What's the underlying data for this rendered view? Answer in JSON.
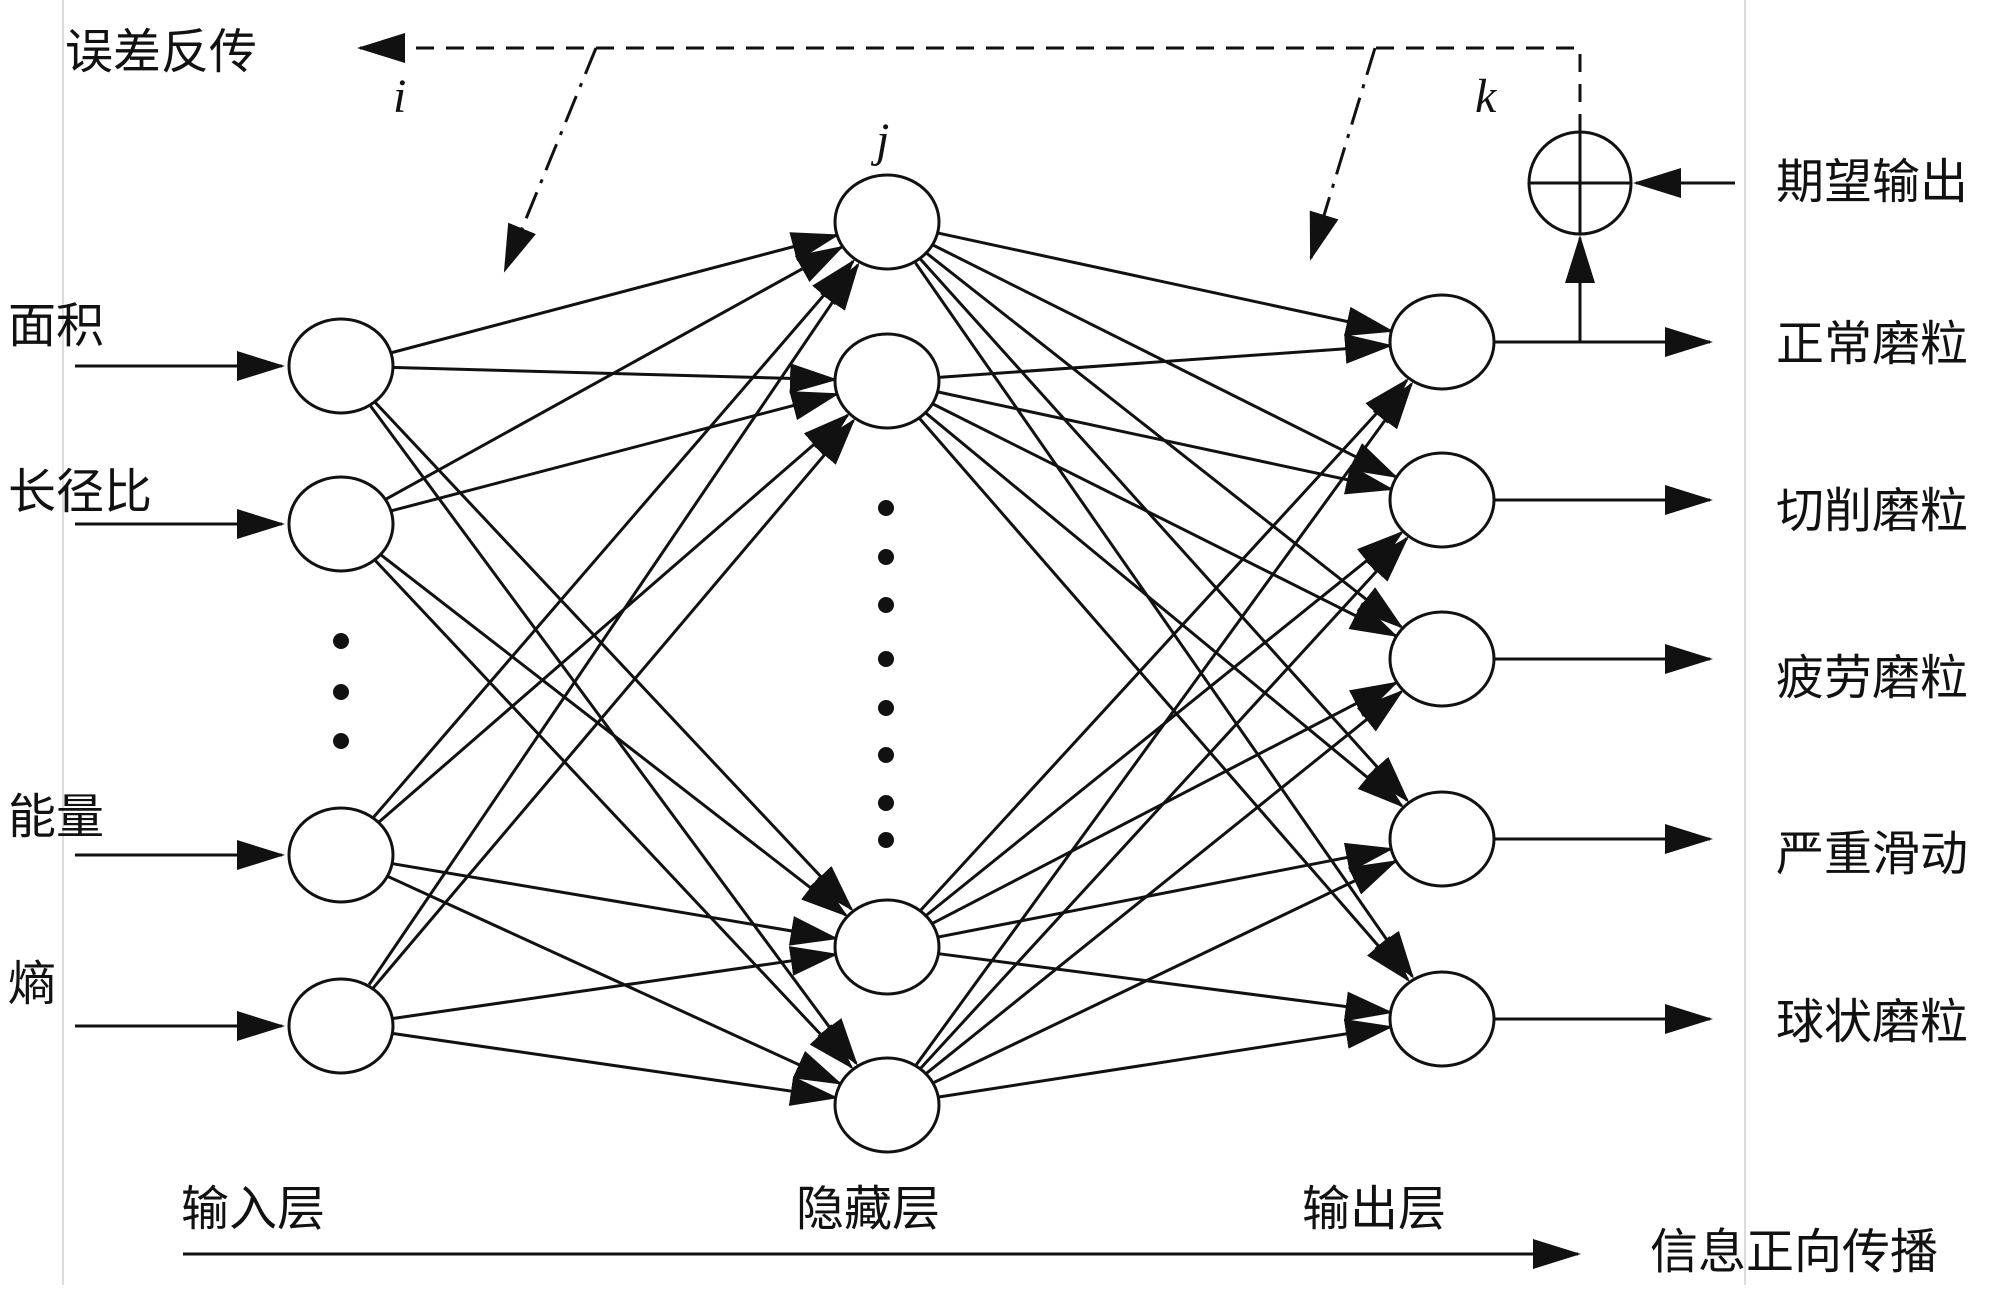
{
  "labels": {
    "backprop": "误差反传",
    "i": "i",
    "j": "j",
    "k": "k",
    "expected": "期望输出",
    "forward": "信息正向传播"
  },
  "inputs": [
    "面积",
    "长径比",
    "能量",
    "熵"
  ],
  "outputs": [
    "正常磨粒",
    "切削磨粒",
    "疲劳磨粒",
    "严重滑动",
    "球状磨粒"
  ],
  "layers": [
    "输入层",
    "隐藏层",
    "输出层"
  ]
}
